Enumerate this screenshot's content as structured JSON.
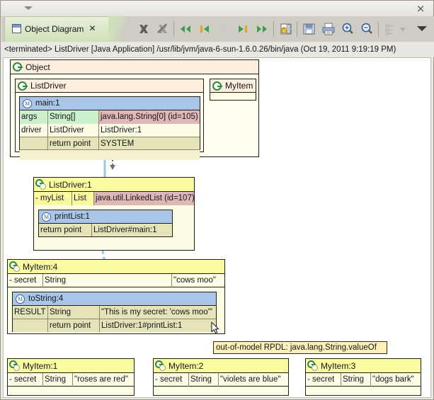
{
  "window": {
    "close_label": "×",
    "menu_arrow": "menu-arrow"
  },
  "tab": {
    "label": "Object Diagram",
    "close_label": "✕",
    "icon": "diagram-icon"
  },
  "toolbar": {
    "buttons": [
      {
        "name": "terminate-all-icon",
        "title": "Terminate"
      },
      {
        "name": "remove-all-terminated-icon",
        "title": "Remove All Terminated"
      },
      {
        "name": "step-back-all-icon",
        "title": "Rewind"
      },
      {
        "name": "step-back-icon",
        "title": "Step Back"
      },
      {
        "name": "pause-icon",
        "title": "Pause"
      },
      {
        "name": "step-forward-icon",
        "title": "Step Forward"
      },
      {
        "name": "fast-forward-icon",
        "title": "Fast Forward"
      },
      {
        "name": "lock-layout-icon",
        "title": "Lock Layout"
      },
      {
        "name": "save-icon",
        "title": "Save"
      },
      {
        "name": "print-icon",
        "title": "Print"
      },
      {
        "name": "zoom-in-icon",
        "title": "Zoom In"
      },
      {
        "name": "zoom-out-icon",
        "title": "Zoom Out"
      },
      {
        "name": "tree-filter-icon",
        "title": "Filter"
      },
      {
        "name": "view-menu-icon",
        "title": "View Menu"
      }
    ]
  },
  "status": {
    "text": "<terminated> ListDriver [Java Application] /usr/lib/jvm/java-6-sun-1.6.0.26/bin/java (Oct 19, 2011 9:19:19 PM)"
  },
  "diagram": {
    "object_frame": {
      "title": "Object"
    },
    "list_driver_class": {
      "title": "ListDriver",
      "method": {
        "title": "main:1",
        "rows": [
          {
            "name": "args",
            "type": "String[]",
            "value": "java.lang.String[0] (id=105)"
          },
          {
            "name": "driver",
            "type": "ListDriver",
            "value": "ListDriver:1"
          },
          {
            "name": "",
            "type": "return point",
            "value": "SYSTEM"
          }
        ]
      }
    },
    "myitem_class": {
      "title": "MyItem"
    },
    "list_driver_obj": {
      "title": "ListDriver:1",
      "field": {
        "name": "- myList",
        "type": "List",
        "value": "java.util.LinkedList (id=107)"
      },
      "method": {
        "title": "printList:1",
        "rows": [
          {
            "name": "",
            "type": "return point",
            "value": "ListDriver#main:1"
          }
        ]
      }
    },
    "myitem4": {
      "title": "MyItem:4",
      "field": {
        "name": "- secret",
        "type": "String",
        "value": "\"cows moo\""
      },
      "method": {
        "title": "toString:4",
        "rows": [
          {
            "name": "RESULT",
            "type": "String",
            "value": "\"This is my secret: 'cows moo'\""
          },
          {
            "name": "",
            "type": "return point",
            "value": "ListDriver:1#printList:1"
          }
        ]
      }
    },
    "myitem1": {
      "title": "MyItem:1",
      "field": {
        "name": "- secret",
        "type": "String",
        "value": "\"roses are red\""
      }
    },
    "myitem2": {
      "title": "MyItem:2",
      "field": {
        "name": "- secret",
        "type": "String",
        "value": "\"violets are blue\""
      }
    },
    "myitem3": {
      "title": "MyItem:3",
      "field": {
        "name": "- secret",
        "type": "String",
        "value": "\"dogs bark\""
      }
    },
    "tooltip": {
      "text": "out-of-model RPDL: java.lang.String.valueOf"
    }
  },
  "colors": {
    "object_header": "#fafaa0",
    "method_header": "#a9c6e8",
    "class_header": "#fdeedd",
    "changed_value": "#e0b7b7",
    "new_value": "#ccf0cc",
    "tooltip_bg": "#fdf0b8",
    "accent_green": "#2a8a3c"
  }
}
